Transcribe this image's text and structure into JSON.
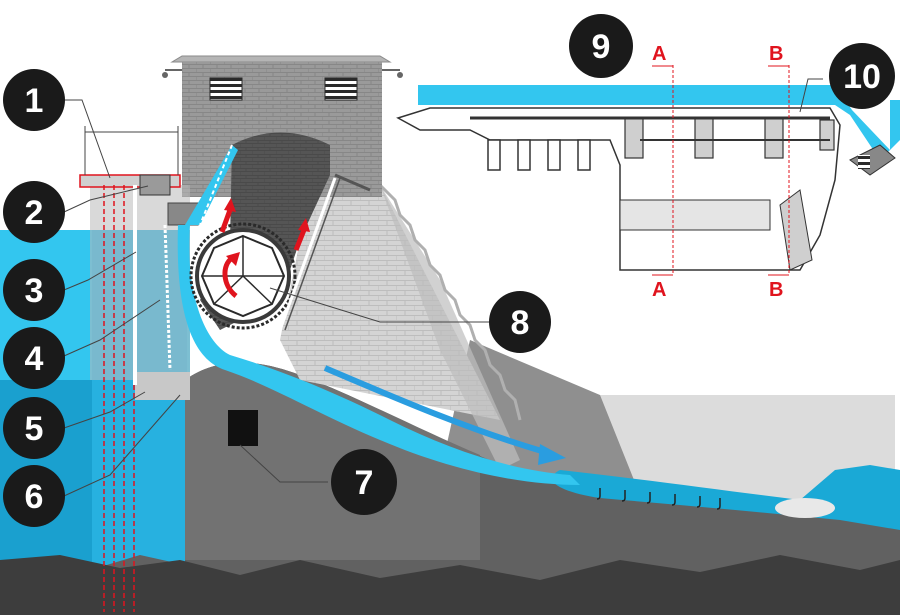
{
  "colors": {
    "water_light": "#33c6ef",
    "water_deep": "#1aa9d6",
    "dam_stone": "#d6d6d6",
    "bedrock": "#5c5c5c",
    "callout_fill": "#1a1a1a",
    "section_marker": "#e0141e",
    "flow_arrow": "#e0141e",
    "spill_arrow": "#2a9de0"
  },
  "callouts": [
    {
      "label": "1"
    },
    {
      "label": "2"
    },
    {
      "label": "3"
    },
    {
      "label": "4"
    },
    {
      "label": "5"
    },
    {
      "label": "6"
    },
    {
      "label": "7"
    },
    {
      "label": "8"
    },
    {
      "label": "9"
    },
    {
      "label": "10"
    }
  ],
  "section_markers": {
    "a_top": "A",
    "a_bottom": "A",
    "b_top": "B",
    "b_bottom": "B"
  },
  "icons": [
    "window-grille-icon",
    "rotation-arrow-icon",
    "flow-arrow-icon"
  ]
}
